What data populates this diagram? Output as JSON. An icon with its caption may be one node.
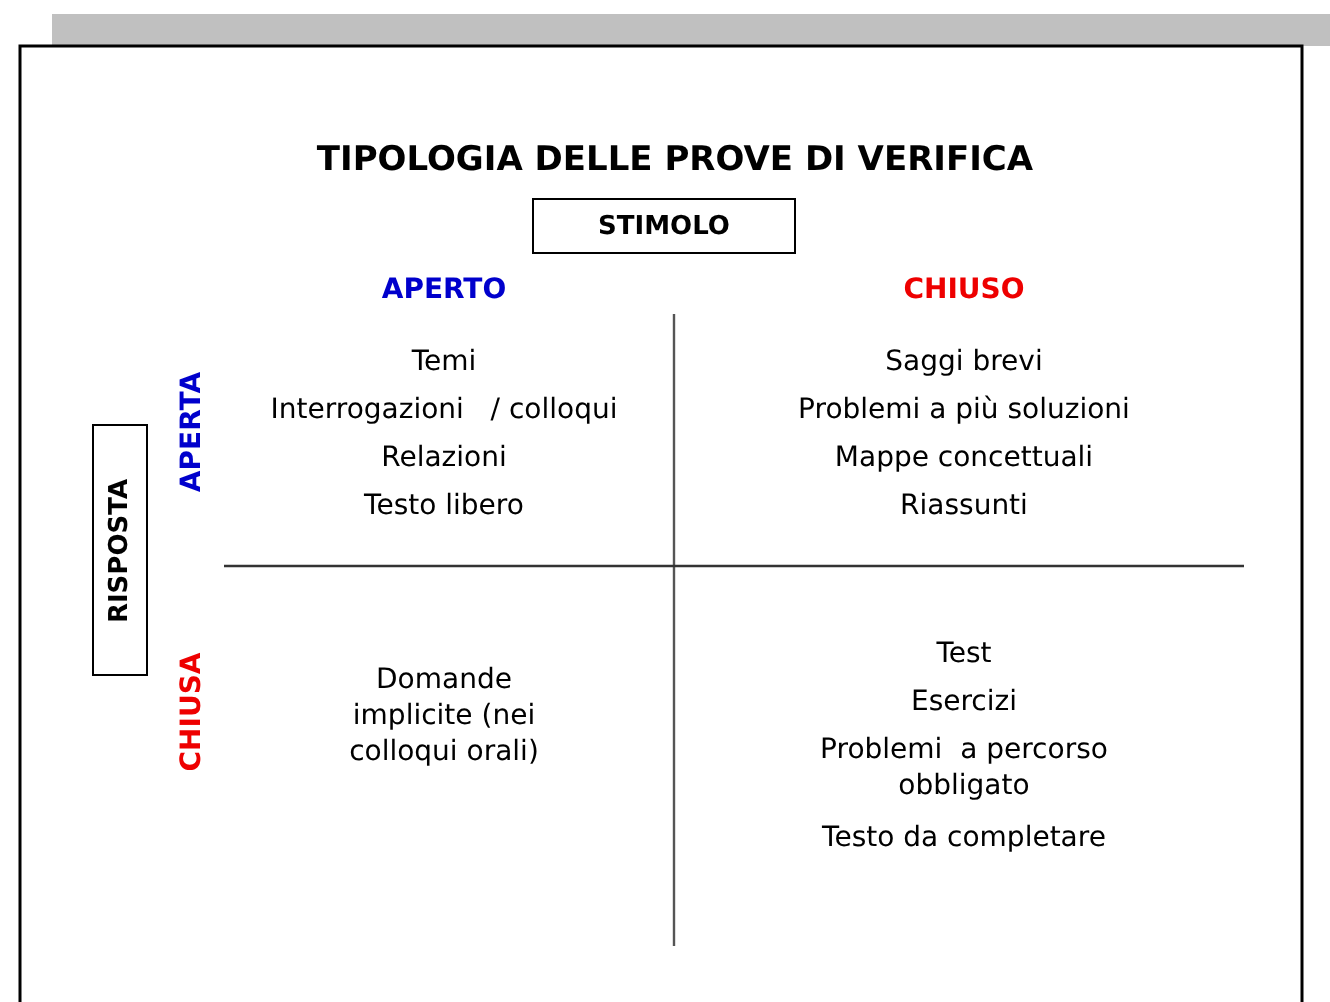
{
  "diagram": {
    "title": "TIPOLOGIA DELLE PROVE DI VERIFICA",
    "nodes": [
      {
        "text": [
          "STIMOLO"
        ]
      },
      {
        "text": [
          "RISPOSTA"
        ]
      }
    ],
    "labels": [
      "APERTO",
      "CHIUSO",
      "APERTA",
      "Temi",
      "Interrogazioni   / colloqui",
      "Relazioni",
      "Testo libero",
      "Saggi brevi",
      "Problemi a più soluzioni",
      "Mappe concettuali",
      "Riassunti",
      "CHIUSA",
      "Domande implicite (nei colloqui orali)",
      "Test",
      "Esercizi",
      "Problemi  a percorso obbligato",
      "Testo da completare"
    ]
  }
}
